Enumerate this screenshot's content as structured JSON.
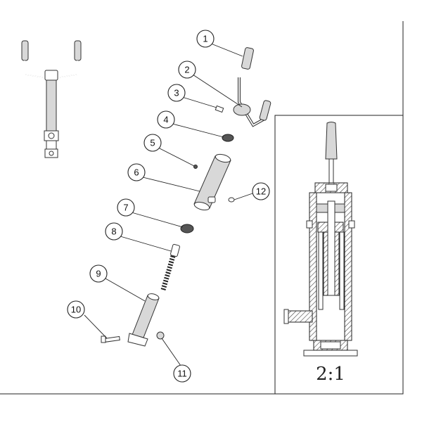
{
  "callouts": [
    {
      "number": "1"
    },
    {
      "number": "2"
    },
    {
      "number": "3"
    },
    {
      "number": "4"
    },
    {
      "number": "5"
    },
    {
      "number": "6"
    },
    {
      "number": "7"
    },
    {
      "number": "8"
    },
    {
      "number": "9"
    },
    {
      "number": "10"
    },
    {
      "number": "11"
    },
    {
      "number": "12"
    }
  ],
  "detail_view": {
    "scale_label": "2:1"
  }
}
